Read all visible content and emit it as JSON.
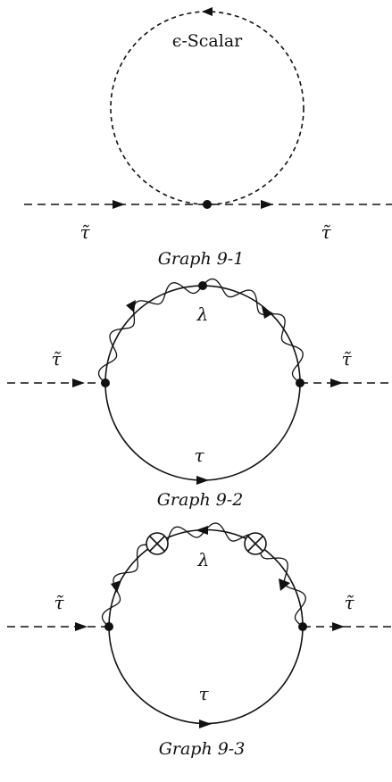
{
  "graph1": {
    "caption": "Graph 9-1",
    "loop_label": "ϵ-Scalar",
    "left_label": "τ̃",
    "right_label": "τ̃"
  },
  "graph2": {
    "caption": "Graph 9-2",
    "top_label": "λ",
    "bottom_label": "τ",
    "left_label": "τ̃",
    "right_label": "τ̃"
  },
  "graph3": {
    "caption": "Graph 9-3",
    "top_label": "λ",
    "bottom_label": "τ",
    "left_label": "τ̃",
    "right_label": "τ̃"
  }
}
